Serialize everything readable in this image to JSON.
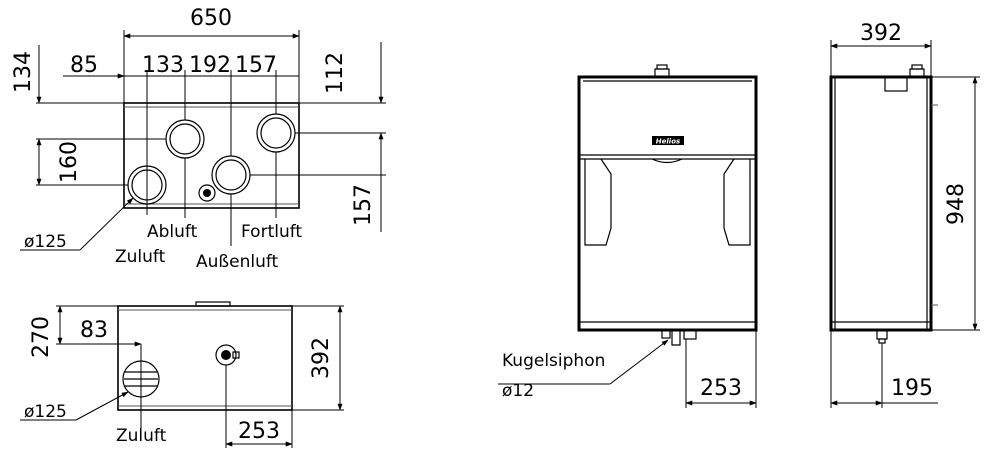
{
  "top_view": {
    "dims": {
      "width_total": "650",
      "d85": "85",
      "d133": "133",
      "d192": "192",
      "d157_top": "157",
      "d134": "134",
      "d112": "112",
      "d160": "160",
      "d157_side": "157"
    },
    "labels": {
      "diameter": "ø125",
      "zuluft": "Zuluft",
      "abluft": "Abluft",
      "fortluft": "Fortluft",
      "aussenluft": "Außenluft"
    }
  },
  "bottom_view": {
    "dims": {
      "d270": "270",
      "d83": "83",
      "d392": "392",
      "d253": "253"
    },
    "labels": {
      "diameter": "ø125",
      "zuluft": "Zuluft"
    }
  },
  "front_view": {
    "brand": "Helios",
    "siphon_label": "Kugelsiphon",
    "siphon_diameter": "ø12",
    "d253": "253"
  },
  "side_view": {
    "d392": "392",
    "d948": "948",
    "d195": "195"
  }
}
